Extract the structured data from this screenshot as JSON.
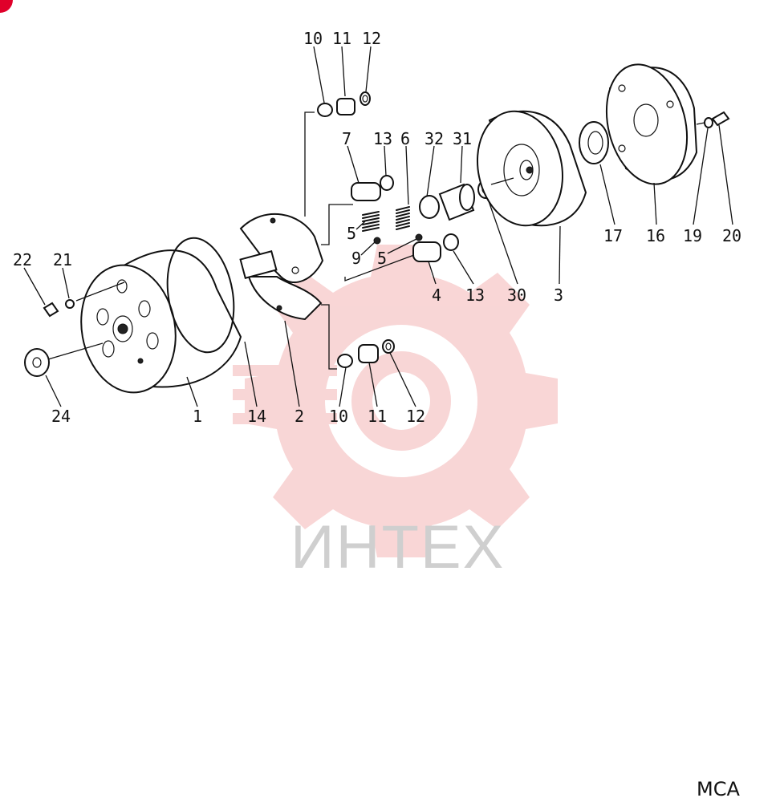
{
  "labels": {
    "l10a": "10",
    "l11a": "11",
    "l12a": "12",
    "l7": "7",
    "l13a": "13",
    "l6": "6",
    "l32": "32",
    "l31": "31",
    "l5a": "5",
    "l9": "9",
    "l5b": "5",
    "l22": "22",
    "l21": "21",
    "l4": "4",
    "l13b": "13",
    "l30": "30",
    "l3": "3",
    "l17": "17",
    "l16": "16",
    "l19": "19",
    "l20": "20",
    "l24": "24",
    "l1": "1",
    "l14": "14",
    "l2": "2",
    "l10b": "10",
    "l11b": "11",
    "l12b": "12"
  },
  "watermark": {
    "text": "ИНТЕХ",
    "color": "#f2a7a7"
  },
  "footer": {
    "code": "MCA"
  },
  "colors": {
    "ink": "#111111",
    "watermark_gear": "#f4b5b5",
    "watermark_text": "#cfcfcf",
    "corner_badge": "#e0002a"
  }
}
